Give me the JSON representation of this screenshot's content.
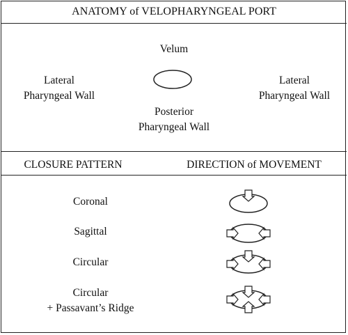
{
  "title": "ANATOMY of VELOPHARYNGEAL PORT",
  "anatomy": {
    "velum": "Velum",
    "lateral_left": [
      "Lateral",
      "Pharyngeal Wall"
    ],
    "lateral_right": [
      "Lateral",
      "Pharyngeal Wall"
    ],
    "posterior": [
      "Posterior",
      "Pharyngeal Wall"
    ]
  },
  "headers": {
    "closure_pattern": "CLOSURE PATTERN",
    "direction": "DIRECTION of MOVEMENT"
  },
  "patterns": [
    {
      "label": "Coronal",
      "arrows": [
        "top"
      ]
    },
    {
      "label": "Sagittal",
      "arrows": [
        "left",
        "right"
      ]
    },
    {
      "label": "Circular",
      "arrows": [
        "top",
        "left",
        "right"
      ]
    },
    {
      "label": "Circular",
      "label2": "+ Passavant’s Ridge",
      "arrows": [
        "top",
        "left",
        "right",
        "bottom"
      ]
    }
  ],
  "colors": {
    "line": "#222222",
    "background": "#ffffff"
  }
}
